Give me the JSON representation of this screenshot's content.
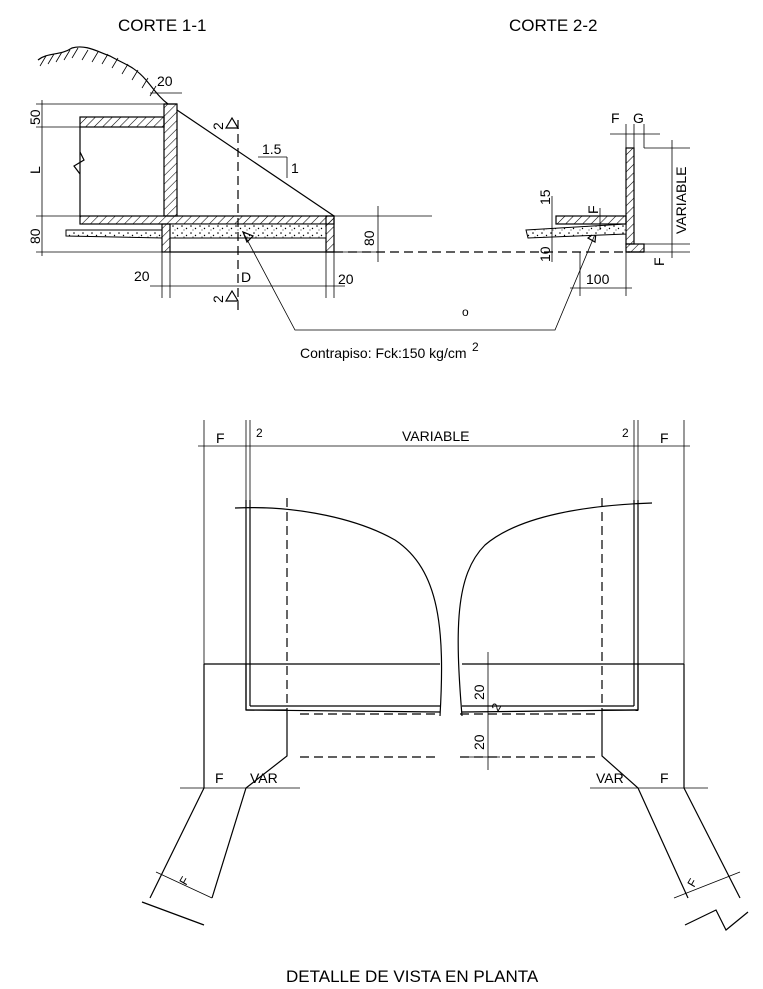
{
  "titles": {
    "section_1": "CORTE  1-1",
    "section_2": "CORTE  2-2",
    "plan": "DETALLE DE VISTA EN PLANTA"
  },
  "note": {
    "text": "Contrapiso: Fck:150 kg/cm",
    "superscript": "2",
    "marker": "o"
  },
  "section_1_labels": {
    "top_dim": "20",
    "left_top": "50",
    "left_mid": "L",
    "left_bot": "80",
    "slope_top": "1.5",
    "slope_bot": "1",
    "right_dim": "80",
    "bot_left": "20",
    "bot_mid": "D",
    "bot_right": "20",
    "cut_top": "2",
    "cut_bot": "2"
  },
  "section_2_labels": {
    "F_top": "F",
    "G_top": "G",
    "variable": "VARIABLE",
    "dim_15": "15",
    "F_mid": "F",
    "dim_10": "10",
    "F_bot": "F",
    "dim_100": "100"
  },
  "plan_labels": {
    "F_left": "F",
    "two_left": "2",
    "variable": "VARIABLE",
    "two_right": "2",
    "F_right": "F",
    "dim_20_top": "20",
    "dim_2": "2",
    "dim_20_bot": "20",
    "F_wing_left": "F",
    "var_left": "VAR",
    "var_right": "VAR",
    "F_wing_right": "F",
    "F_diag_left": "F",
    "F_diag_right": "F"
  }
}
